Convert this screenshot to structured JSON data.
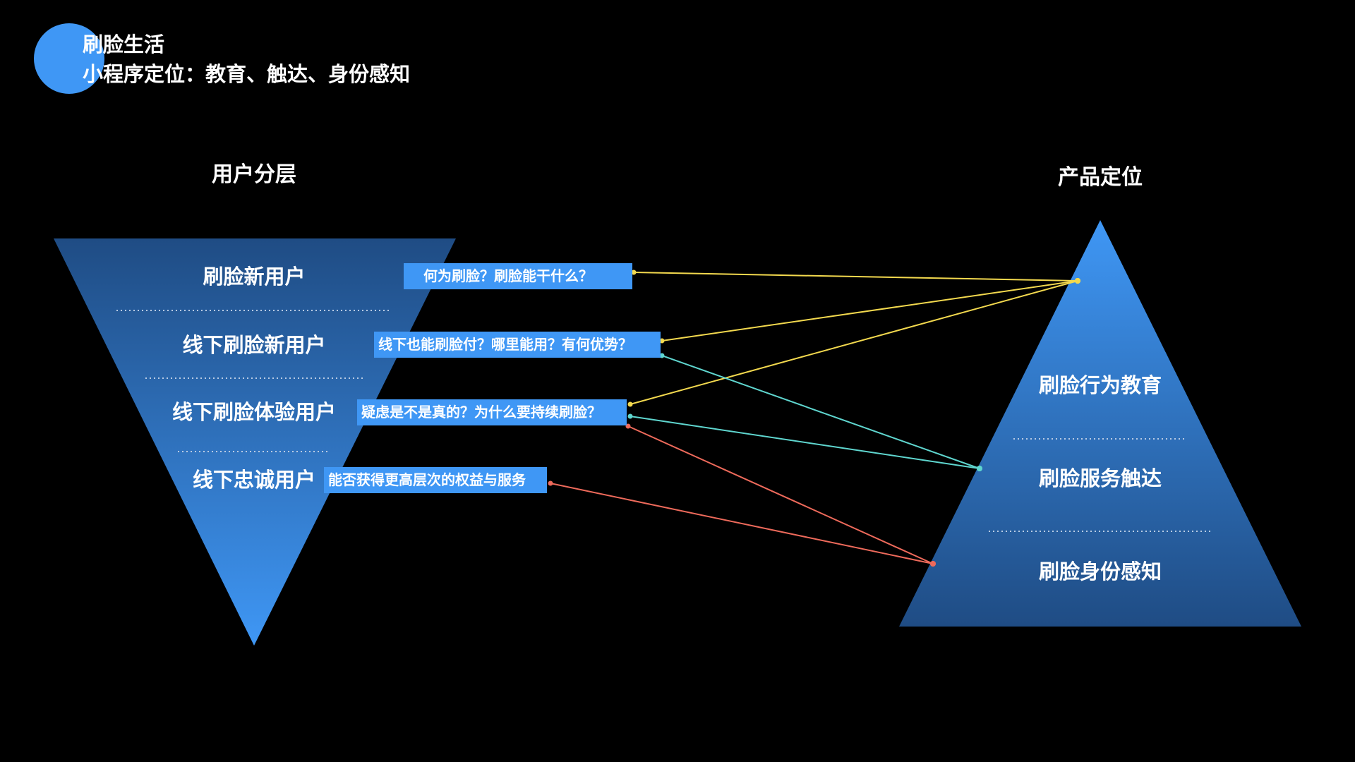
{
  "header": {
    "title": "刷脸生活",
    "subtitle": "小程序定位：教育、触达、身份感知"
  },
  "left_section": {
    "heading": "用户分层",
    "layers": [
      {
        "label": "刷脸新用户",
        "question": "何为刷脸？刷脸能干什么？"
      },
      {
        "label": "线下刷脸新用户",
        "question": "线下也能刷脸付？哪里能用？有何优势？"
      },
      {
        "label": "线下刷脸体验用户",
        "question": "疑虑是不是真的？为什么要持续刷脸？"
      },
      {
        "label": "线下忠诚用户",
        "question": "能否获得更高层次的权益与服务"
      }
    ]
  },
  "right_section": {
    "heading": "产品定位",
    "levels": [
      {
        "label": "刷脸行为教育"
      },
      {
        "label": "刷脸服务触达"
      },
      {
        "label": "刷脸身份感知"
      }
    ]
  },
  "connections": [
    {
      "question": 0,
      "level": 0,
      "color": "#f3d94e"
    },
    {
      "question": 1,
      "level": 0,
      "color": "#f3d94e"
    },
    {
      "question": 2,
      "level": 0,
      "color": "#f3d94e"
    },
    {
      "question": 1,
      "level": 1,
      "color": "#5fd6cf"
    },
    {
      "question": 2,
      "level": 1,
      "color": "#5fd6cf"
    },
    {
      "question": 2,
      "level": 2,
      "color": "#ee6a5b"
    },
    {
      "question": 3,
      "level": 2,
      "color": "#ee6a5b"
    }
  ],
  "colors": {
    "background": "#000000",
    "accent_circle": "#3f97f5",
    "label_box": "#3f97f5",
    "funnel_top": "#1f4c84",
    "funnel_bottom": "#3f97f5",
    "pyramid_top": "#3f97f5",
    "pyramid_bottom": "#1f4c84"
  }
}
